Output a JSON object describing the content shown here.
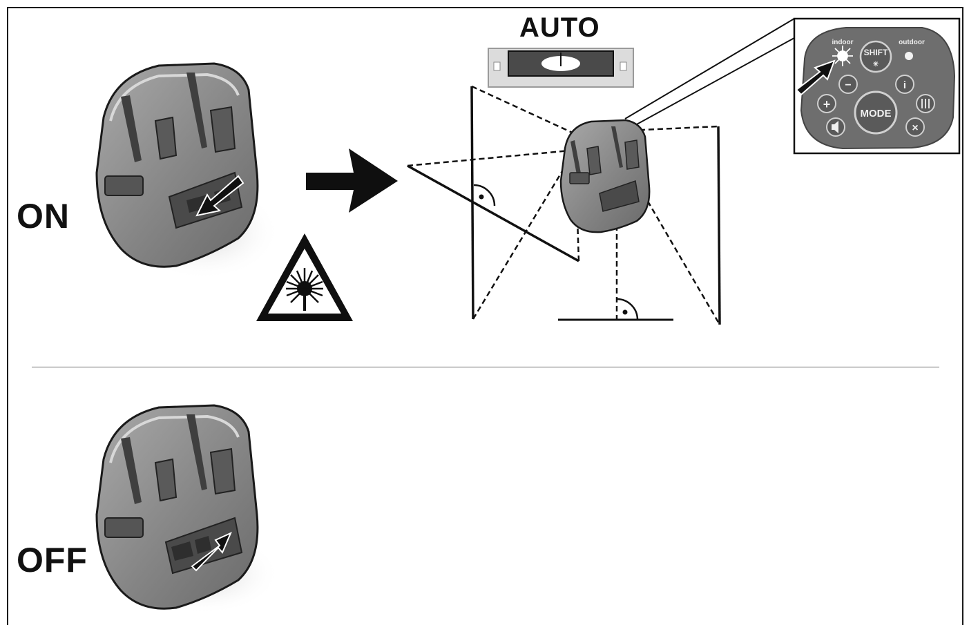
{
  "labels": {
    "on": "ON",
    "off": "OFF",
    "auto": "AUTO"
  },
  "control_panel": {
    "indoor": "indoor",
    "outdoor": "outdoor",
    "shift": "SHIFT",
    "mode": "MODE",
    "info": "i",
    "plus": "+",
    "minus": "−",
    "close": "×"
  },
  "icons": {
    "laser_warning": "laser-warning-icon",
    "right_arrow": "right-arrow-icon",
    "right_angle": "right-angle-marker-icon"
  },
  "colors": {
    "ink": "#111111",
    "device_body": "#8c8c8c",
    "panel_bg": "#6e6e6e"
  }
}
